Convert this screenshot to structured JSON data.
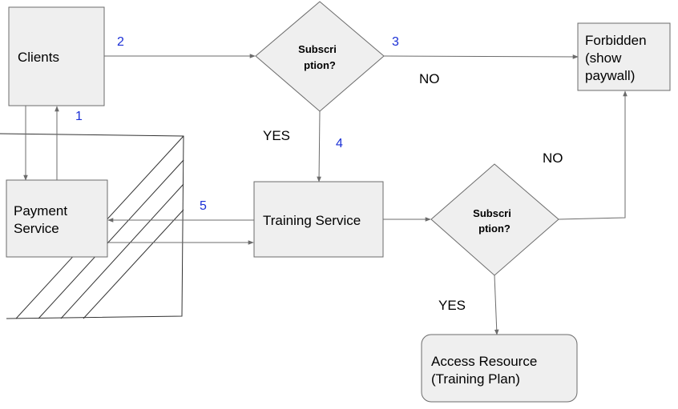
{
  "nodes": {
    "clients": "Clients",
    "payment_service": [
      "Payment",
      "Service"
    ],
    "subscription_check_1": [
      "Subscri",
      "ption?"
    ],
    "training_service": "Training Service",
    "forbidden": [
      "Forbidden",
      "(show",
      "paywall)"
    ],
    "subscription_check_2": [
      "Subscri",
      "ption?"
    ],
    "access_resource": [
      "Access Resource",
      "(Training Plan)"
    ]
  },
  "edge_labels": {
    "no_top": "NO",
    "yes_left": "YES",
    "no_right": "NO",
    "yes_bottom": "YES"
  },
  "step_numbers": {
    "step_1": "1",
    "step_2": "2",
    "step_3": "3",
    "step_4": "4",
    "step_5": "5"
  },
  "colors": {
    "node_fill": "#efefef",
    "node_border": "#6b6b6b",
    "step_number": "#1a2fd6"
  }
}
